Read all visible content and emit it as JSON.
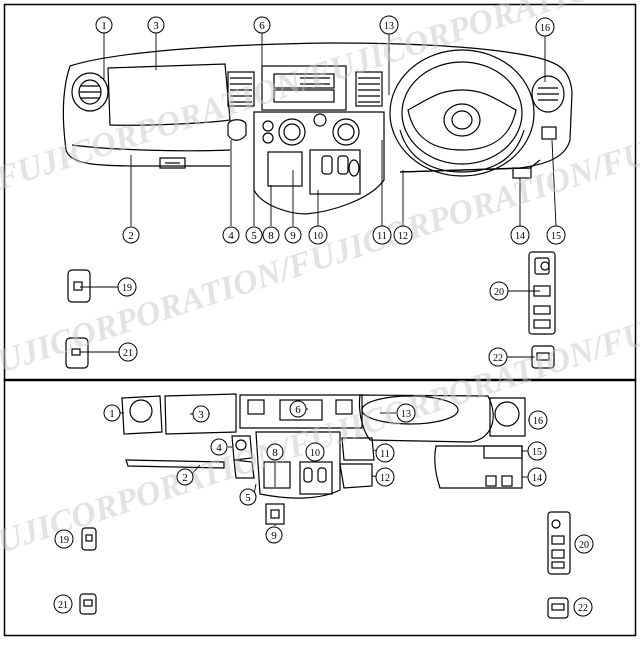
{
  "watermark": {
    "text": "FUJICORPORATION/FUJICORPORATION/FUJICORPORATION/FUJICORPORATION"
  },
  "top": {
    "callouts": [
      {
        "id": "c1",
        "n": "1"
      },
      {
        "id": "c3",
        "n": "3"
      },
      {
        "id": "c6",
        "n": "6"
      },
      {
        "id": "c13",
        "n": "13"
      },
      {
        "id": "c16",
        "n": "16"
      },
      {
        "id": "c2",
        "n": "2"
      },
      {
        "id": "c4",
        "n": "4"
      },
      {
        "id": "c5",
        "n": "5"
      },
      {
        "id": "c8",
        "n": "8"
      },
      {
        "id": "c9",
        "n": "9"
      },
      {
        "id": "c10",
        "n": "10"
      },
      {
        "id": "c11",
        "n": "11"
      },
      {
        "id": "c12",
        "n": "12"
      },
      {
        "id": "c14",
        "n": "14"
      },
      {
        "id": "c15",
        "n": "15"
      },
      {
        "id": "c19",
        "n": "19"
      },
      {
        "id": "c20",
        "n": "20"
      },
      {
        "id": "c21",
        "n": "21"
      },
      {
        "id": "c22",
        "n": "22"
      }
    ]
  },
  "bottom": {
    "callouts": [
      {
        "id": "d1",
        "n": "1"
      },
      {
        "id": "d3",
        "n": "3"
      },
      {
        "id": "d6",
        "n": "6"
      },
      {
        "id": "d13",
        "n": "13"
      },
      {
        "id": "d16",
        "n": "16"
      },
      {
        "id": "d4",
        "n": "4"
      },
      {
        "id": "d8",
        "n": "8"
      },
      {
        "id": "d10",
        "n": "10"
      },
      {
        "id": "d11",
        "n": "11"
      },
      {
        "id": "d15",
        "n": "15"
      },
      {
        "id": "d2",
        "n": "2"
      },
      {
        "id": "d12",
        "n": "12"
      },
      {
        "id": "d14",
        "n": "14"
      },
      {
        "id": "d5",
        "n": "5"
      },
      {
        "id": "d9",
        "n": "9"
      },
      {
        "id": "d19",
        "n": "19"
      },
      {
        "id": "d20",
        "n": "20"
      },
      {
        "id": "d21",
        "n": "21"
      },
      {
        "id": "d22",
        "n": "22"
      }
    ]
  }
}
